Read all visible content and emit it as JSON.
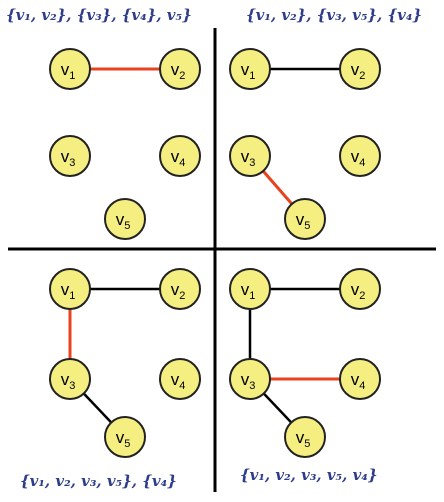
{
  "captions": {
    "top_left": "{v₁, v₂}, {v₃}, {v₄}, v₅}",
    "top_right": "{v₁, v₂}, {v₃, v₅}, {v₄}",
    "bottom_left": "{v₁, v₂, v₃, v₅}, {v₄}",
    "bottom_right": "{v₁, v₂, v₃, v₅, v₄}"
  },
  "colors": {
    "node_fill": "#f5ef82",
    "node_stroke": "#222222",
    "edge_black": "#000000",
    "edge_red": "#e8421e",
    "caption": "#2e3d8a"
  },
  "panels": [
    {
      "name": "top-left",
      "nodes": [
        {
          "id": "v1",
          "label": "v",
          "sub": "1"
        },
        {
          "id": "v2",
          "label": "v",
          "sub": "2"
        },
        {
          "id": "v3",
          "label": "v",
          "sub": "3"
        },
        {
          "id": "v4",
          "label": "v",
          "sub": "4"
        },
        {
          "id": "v5",
          "label": "v",
          "sub": "5"
        }
      ],
      "edges": [
        {
          "from": "v1",
          "to": "v2",
          "color": "red"
        }
      ]
    },
    {
      "name": "top-right",
      "nodes": [
        {
          "id": "v1",
          "label": "v",
          "sub": "1"
        },
        {
          "id": "v2",
          "label": "v",
          "sub": "2"
        },
        {
          "id": "v3",
          "label": "v",
          "sub": "3"
        },
        {
          "id": "v4",
          "label": "v",
          "sub": "4"
        },
        {
          "id": "v5",
          "label": "v",
          "sub": "5"
        }
      ],
      "edges": [
        {
          "from": "v1",
          "to": "v2",
          "color": "black"
        },
        {
          "from": "v3",
          "to": "v5",
          "color": "red"
        }
      ]
    },
    {
      "name": "bottom-left",
      "nodes": [
        {
          "id": "v1",
          "label": "v",
          "sub": "1"
        },
        {
          "id": "v2",
          "label": "v",
          "sub": "2"
        },
        {
          "id": "v3",
          "label": "v",
          "sub": "3"
        },
        {
          "id": "v4",
          "label": "v",
          "sub": "4"
        },
        {
          "id": "v5",
          "label": "v",
          "sub": "5"
        }
      ],
      "edges": [
        {
          "from": "v1",
          "to": "v2",
          "color": "black"
        },
        {
          "from": "v1",
          "to": "v3",
          "color": "red"
        },
        {
          "from": "v3",
          "to": "v5",
          "color": "black"
        }
      ]
    },
    {
      "name": "bottom-right",
      "nodes": [
        {
          "id": "v1",
          "label": "v",
          "sub": "1"
        },
        {
          "id": "v2",
          "label": "v",
          "sub": "2"
        },
        {
          "id": "v3",
          "label": "v",
          "sub": "3"
        },
        {
          "id": "v4",
          "label": "v",
          "sub": "4"
        },
        {
          "id": "v5",
          "label": "v",
          "sub": "5"
        }
      ],
      "edges": [
        {
          "from": "v1",
          "to": "v2",
          "color": "black"
        },
        {
          "from": "v1",
          "to": "v3",
          "color": "black"
        },
        {
          "from": "v3",
          "to": "v4",
          "color": "red"
        },
        {
          "from": "v3",
          "to": "v5",
          "color": "black"
        }
      ]
    }
  ]
}
